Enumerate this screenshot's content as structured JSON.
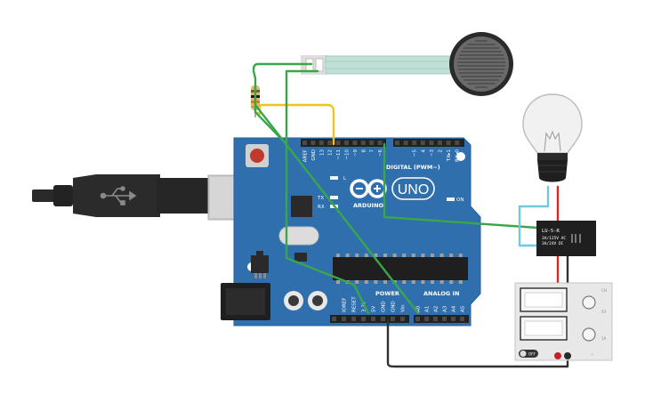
{
  "board": {
    "brand": "ARDUINO",
    "model": "UNO",
    "digital_header": "DIGITAL (PWM~)",
    "power_header": "POWER",
    "analog_header": "ANALOG IN",
    "on_label": "ON",
    "tx_label": "TX",
    "rx_label": "RX",
    "l_label": "L",
    "top_pins": [
      "AREF",
      "GND",
      "13",
      "12",
      "~11",
      "~10",
      "~9",
      "8",
      "7",
      "~6",
      "~5",
      "4",
      "~3",
      "2",
      "TX▸1",
      "RX◂0"
    ],
    "power_pins": [
      "IOREF",
      "RESET",
      "3.3V",
      "5V",
      "GND",
      "GND",
      "Vin"
    ],
    "analog_pins": [
      "A0",
      "A1",
      "A2",
      "A3",
      "A4",
      "A5"
    ]
  },
  "relay": {
    "model": "LU-5-R",
    "rating_1": "3A/125V AC",
    "rating_2": "3A/24V DC"
  },
  "power_supply": {
    "label_top": "CH",
    "label_mid_1": "5V",
    "label_mid_2": "1A",
    "off_label": "OFF"
  },
  "colors": {
    "board": "#2f6fae",
    "wire_green": "#3aa64a",
    "wire_yellow": "#f2c41a",
    "wire_black": "#303030",
    "wire_red": "#d8262a",
    "wire_cyan": "#6ec8df"
  },
  "icons": [
    "usb-icon",
    "lightbulb-icon",
    "resistor-icon",
    "force-sensor-icon"
  ]
}
